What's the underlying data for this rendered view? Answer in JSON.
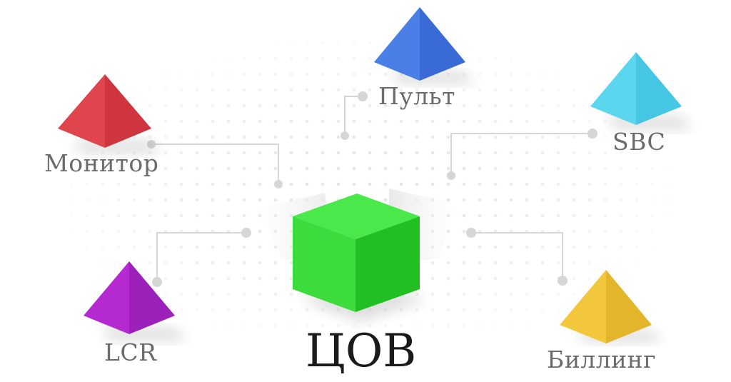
{
  "center": {
    "label": "ЦОВ",
    "color_top": "#4be84b",
    "color_left": "#3ddc3d",
    "color_right": "#22bf22"
  },
  "nodes": [
    {
      "key": "monitor",
      "label": "Монитор",
      "color": "#e0454d",
      "color_dark": "#cf353e"
    },
    {
      "key": "pult",
      "label": "Пульт",
      "color": "#4a7fe6",
      "color_dark": "#3a6ad6"
    },
    {
      "key": "sbc",
      "label": "SBC",
      "color": "#5ad6ef",
      "color_dark": "#45c6e2"
    },
    {
      "key": "lcr",
      "label": "LCR",
      "color": "#b42ad0",
      "color_dark": "#9c20ba"
    },
    {
      "key": "billing",
      "label": "Биллинг",
      "color": "#f2c73b",
      "color_dark": "#e3b52a"
    }
  ],
  "connector_color": "#d6d6d6",
  "dot_color": "#e4e4e4"
}
